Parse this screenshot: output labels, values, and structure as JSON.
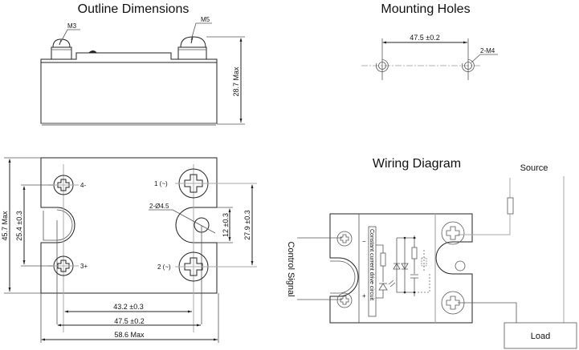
{
  "titles": {
    "outline": "Outline Dimensions",
    "mounting": "Mounting Holes",
    "wiring": "Wiring Diagram"
  },
  "side_view": {
    "screw_small": "M3",
    "screw_large": "M5",
    "height": "28.7 Max"
  },
  "mounting_holes": {
    "spacing": "47.5 ±0.2",
    "thread": "2-M4"
  },
  "top_view": {
    "terminals": {
      "t4": "4-",
      "t3": "3+",
      "t1": "1 (~)",
      "t2": "2 (~)"
    },
    "hole": "2-Ø4.5",
    "dims": {
      "overall_height": "45.7 Max",
      "control_pitch": "25.4 ±0.3",
      "slot_width": "12 ±0.3",
      "load_pitch": "27.9 ±0.3",
      "terminal_span": "43.2 ±0.3",
      "hole_span": "47.5 ±0.2",
      "overall_width": "58.6 Max"
    }
  },
  "wiring": {
    "control_signal": "Control Signal",
    "source": "Source",
    "load": "Load",
    "circuit_label": "Constant current drive circuit",
    "minus": "−",
    "plus": "+"
  }
}
